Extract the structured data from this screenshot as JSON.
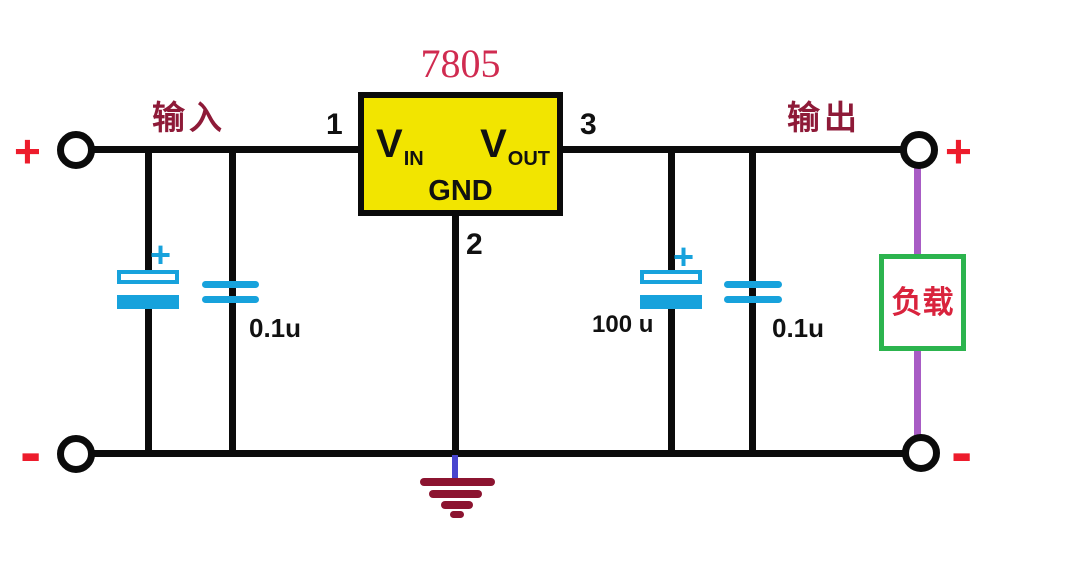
{
  "diagram": {
    "title": "7805",
    "regulator": {
      "pin1": "1",
      "pin2": "2",
      "pin3": "3",
      "vin": {
        "main": "V",
        "sub": "IN"
      },
      "vout": {
        "main": "V",
        "sub": "OUT"
      },
      "gnd": "GND"
    },
    "terminals": {
      "input_label": "输入",
      "output_label": "输出",
      "plus": "+",
      "minus": "-"
    },
    "capacitors": {
      "input_bulk_polarity": "+",
      "input_bypass_value": "0.1u",
      "output_bulk_polarity": "+",
      "output_bulk_value": "100 u",
      "output_bypass_value": "0.1u"
    },
    "load": {
      "label": "负载"
    }
  },
  "colors": {
    "wire": "#0b0b0b",
    "regulator_fill": "#f2e500",
    "title_red": "#d02b50",
    "io_label": "#8e1a38",
    "terminal_red": "#ed1c2c",
    "capacitor_cyan": "#17a2dc",
    "load_border_green": "#2cb44e",
    "load_text_red": "#d9233d",
    "load_wire_purple": "#a85cc5",
    "ground_stub_blue": "#4845cf",
    "ground_bars": "#8c1430"
  }
}
